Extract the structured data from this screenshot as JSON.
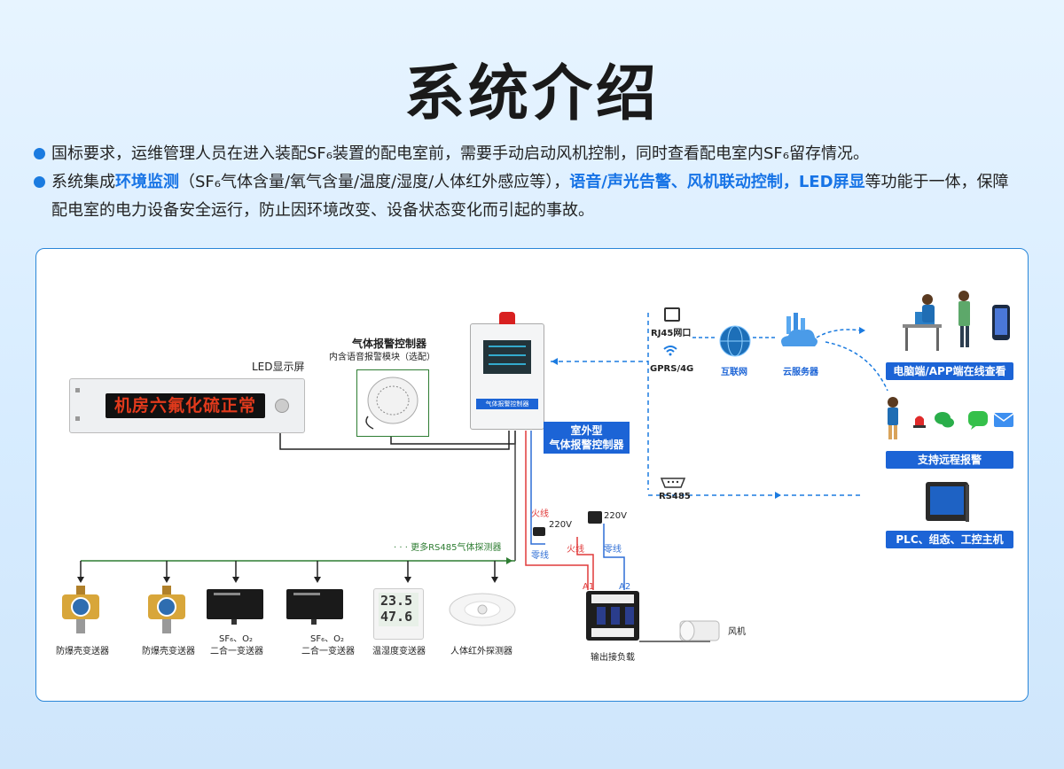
{
  "title": "系统介绍",
  "intro": {
    "p1": "国标要求，运维管理人员在进入装配SF₆装置的配电室前，需要手动启动风机控制，同时查看配电室内SF₆留存情况。",
    "p2_a": "系统集成",
    "p2_b": "环境监测",
    "p2_c": "（SF₆气体含量/氧气含量/温度/湿度/人体红外感应等），",
    "p2_d": "语音/声光告警、风机联动控制，LED屏显",
    "p2_e": "等功能于一体，保障配电室的电力设备安全运行，防止因环境改变、设备状态变化而引起的事故。"
  },
  "diagram": {
    "led_label": "LED显示屏",
    "led_text": "机房六氟化硫正常",
    "alarm_title": "气体报警控制器",
    "alarm_sub": "内含语音报警模块（选配）",
    "controller_panel_text": "气体报警控制器",
    "outdoor_box": [
      "室外型",
      "气体报警控制器"
    ],
    "rj45": "RJ45网口",
    "gprs": "GPRS/4G",
    "internet": "互联网",
    "cloud": "云服务器",
    "pc_app": "电脑端/APP端在线查看",
    "remote_alarm": "支持远程报警",
    "rs485": "RS485",
    "plc": "PLC、组态、工控主机",
    "more_rs485": "· · · 更多RS485气体探测器",
    "fire1": "火线",
    "neutral1": "零线",
    "v220_1": "220V",
    "fire2": "火线",
    "neutral2": "零线",
    "v220_2": "220V",
    "a1": "A1",
    "a2": "A2",
    "contactor_label": "输出接负载",
    "fan_label": "风机",
    "temp_display": [
      "23.5",
      "47.6"
    ],
    "devices": [
      {
        "label": "防爆壳变送器"
      },
      {
        "label": "防爆壳变送器"
      },
      {
        "label": "SF₆、O₂",
        "label2": "二合一变送器"
      },
      {
        "label": "SF₆、O₂",
        "label2": "二合一变送器"
      },
      {
        "label": "温湿度变送器"
      },
      {
        "label": "人体红外探测器"
      }
    ]
  },
  "colors": {
    "accent": "#1b7be0",
    "button": "#1c64d6",
    "fire_line": "#e03a3a",
    "neutral_line": "#2f6fd6",
    "led_text": "#e23a1c"
  },
  "icons": [
    "wired-network-icon",
    "wifi-icon",
    "globe-icon",
    "cloud-icon",
    "desk-user-icon",
    "phone-user-icon",
    "siren-icon",
    "wechat-icon",
    "message-icon",
    "mail-icon",
    "serial-port-icon",
    "plug-icon"
  ]
}
